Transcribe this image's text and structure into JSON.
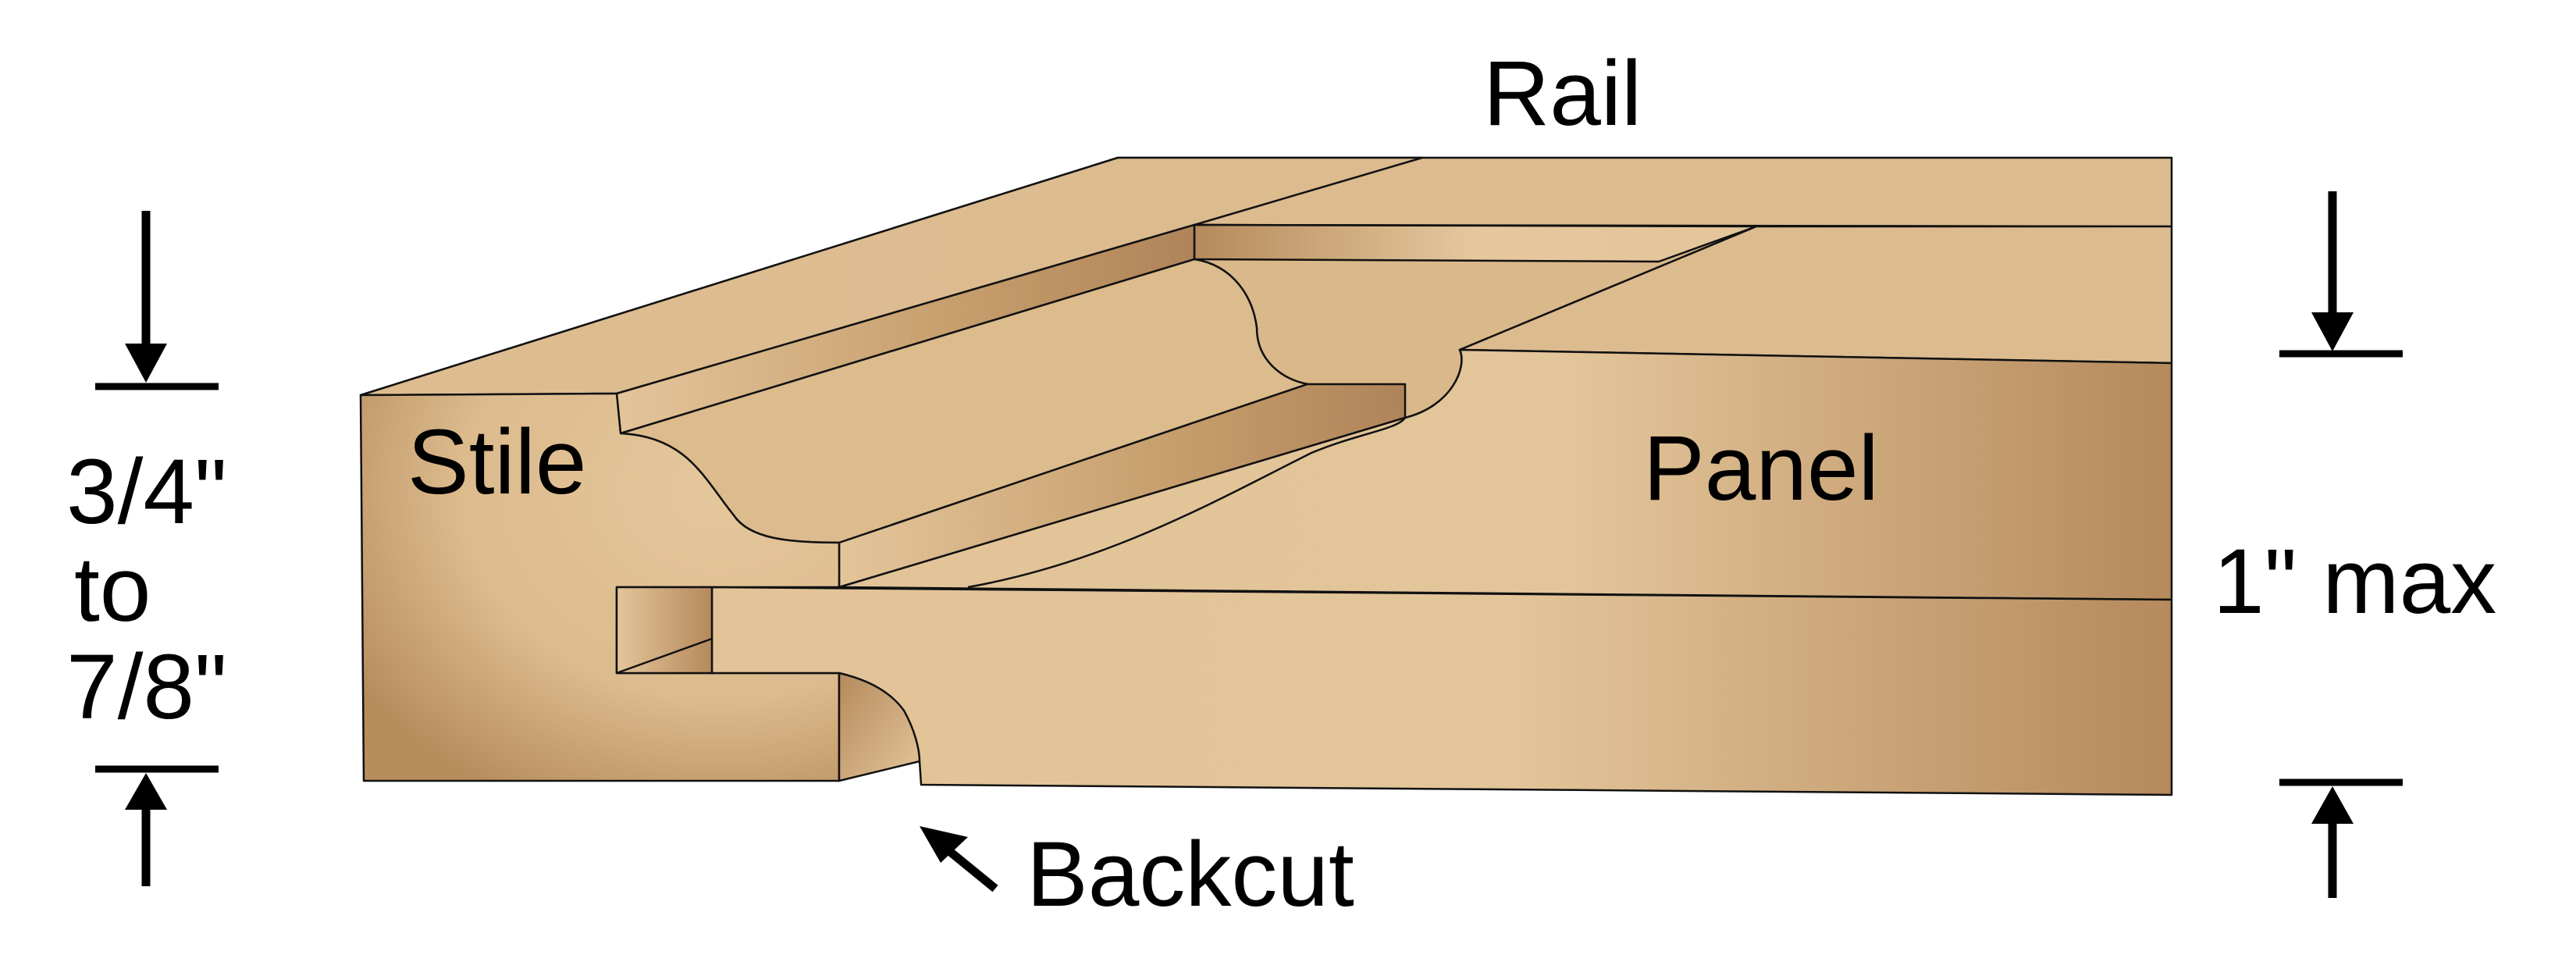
{
  "labels": {
    "rail": "Rail",
    "stile": "Stile",
    "panel": "Panel",
    "backcut": "Backcut",
    "stile_thickness_line1": "3/4\"",
    "stile_thickness_line2": "to",
    "stile_thickness_line3": "7/8\"",
    "panel_thickness": "1\" max"
  },
  "colors": {
    "wood_light": "#e3c59a",
    "wood_mid": "#d6b486",
    "wood_dark": "#b58a5c",
    "outline": "#111111",
    "text": "#000000"
  },
  "icons": [
    "arrow-down-icon",
    "arrow-up-icon",
    "arrow-up-left-icon"
  ]
}
